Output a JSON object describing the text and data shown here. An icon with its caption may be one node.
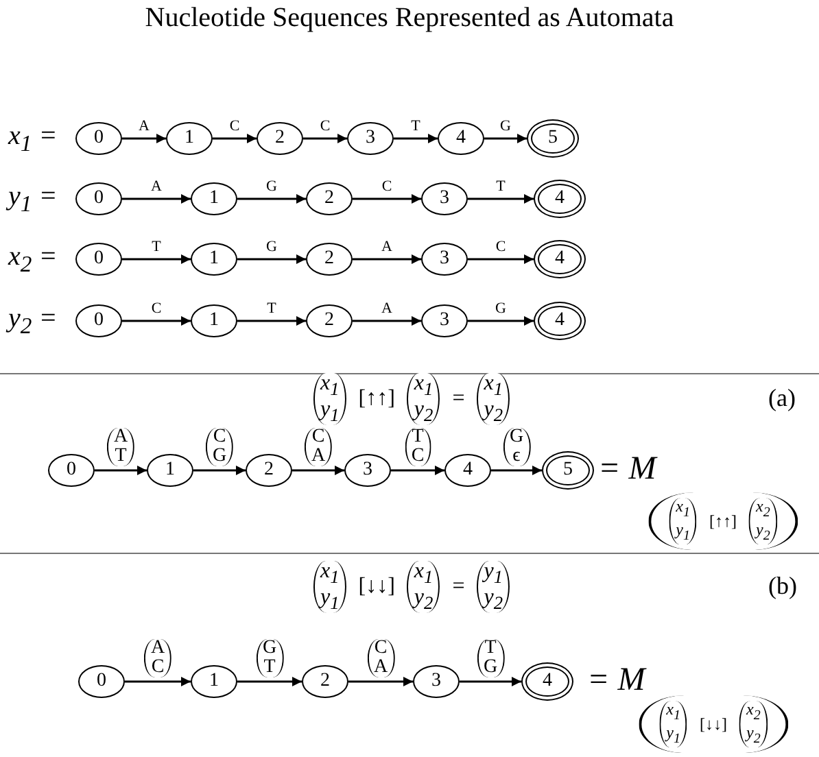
{
  "diagram": {
    "title": "Nucleotide Sequences Represented as Automata",
    "nodes": [
      {
        "text": [
          "0"
        ]
      },
      {
        "text": [
          "1"
        ]
      },
      {
        "text": [
          "2"
        ]
      },
      {
        "text": [
          "3"
        ]
      },
      {
        "text": [
          "4"
        ]
      },
      {
        "text": [
          "5"
        ]
      },
      {
        "text": [
          "0"
        ]
      },
      {
        "text": [
          "1"
        ]
      },
      {
        "text": [
          "2"
        ]
      },
      {
        "text": [
          "3"
        ]
      },
      {
        "text": [
          "4"
        ]
      },
      {
        "text": [
          "0"
        ]
      },
      {
        "text": [
          "1"
        ]
      },
      {
        "text": [
          "2"
        ]
      },
      {
        "text": [
          "3"
        ]
      },
      {
        "text": [
          "4"
        ]
      },
      {
        "text": [
          "0"
        ]
      },
      {
        "text": [
          "1"
        ]
      },
      {
        "text": [
          "2"
        ]
      },
      {
        "text": [
          "3"
        ]
      },
      {
        "text": [
          "4"
        ]
      },
      {
        "text": [
          "0"
        ]
      },
      {
        "text": [
          "1"
        ]
      },
      {
        "text": [
          "2"
        ]
      },
      {
        "text": [
          "3"
        ]
      },
      {
        "text": [
          "4"
        ]
      },
      {
        "text": [
          "5"
        ]
      },
      {
        "text": [
          "0"
        ]
      },
      {
        "text": [
          "1"
        ]
      },
      {
        "text": [
          "2"
        ]
      },
      {
        "text": [
          "3"
        ]
      },
      {
        "text": [
          "4"
        ]
      }
    ],
    "edges": [
      {
        "from": 0,
        "to": 1,
        "arrow": "to",
        "label": "A"
      },
      {
        "from": 1,
        "to": 2,
        "arrow": "to",
        "label": "C"
      },
      {
        "from": 2,
        "to": 3,
        "arrow": "to",
        "label": "C"
      },
      {
        "from": 3,
        "to": 4,
        "arrow": "to",
        "label": "T"
      },
      {
        "from": 4,
        "to": 5,
        "arrow": "to",
        "label": "G"
      },
      {
        "from": 6,
        "to": 7,
        "arrow": "to",
        "label": "A"
      },
      {
        "from": 7,
        "to": 8,
        "arrow": "to",
        "label": "G"
      },
      {
        "from": 8,
        "to": 9,
        "arrow": "to",
        "label": "C"
      },
      {
        "from": 9,
        "to": 10,
        "arrow": "to",
        "label": "T"
      },
      {
        "from": 11,
        "to": 12,
        "arrow": "to",
        "label": "T"
      },
      {
        "from": 12,
        "to": 13,
        "arrow": "to",
        "label": "G"
      },
      {
        "from": 13,
        "to": 14,
        "arrow": "to",
        "label": "A"
      },
      {
        "from": 14,
        "to": 15,
        "arrow": "to",
        "label": "C"
      },
      {
        "from": 16,
        "to": 17,
        "arrow": "to",
        "label": "C"
      },
      {
        "from": 17,
        "to": 18,
        "arrow": "to",
        "label": "T"
      },
      {
        "from": 18,
        "to": 19,
        "arrow": "to",
        "label": "A"
      },
      {
        "from": 19,
        "to": 20,
        "arrow": "to",
        "label": "G"
      },
      {
        "from": 21,
        "to": 22,
        "arrow": "to",
        "label": "A T"
      },
      {
        "from": 22,
        "to": 23,
        "arrow": "to",
        "label": "C G"
      },
      {
        "from": 23,
        "to": 24,
        "arrow": "to",
        "label": "C A"
      },
      {
        "from": 24,
        "to": 25,
        "arrow": "to",
        "label": "T C"
      },
      {
        "from": 25,
        "to": 26,
        "arrow": "to",
        "label": "G ϵ"
      },
      {
        "from": 27,
        "to": 28,
        "arrow": "to",
        "label": "A C"
      },
      {
        "from": 28,
        "to": 29,
        "arrow": "to",
        "label": "G T"
      },
      {
        "from": 29,
        "to": 30,
        "arrow": "to",
        "label": "C A"
      },
      {
        "from": 30,
        "to": 31,
        "arrow": "to",
        "label": "T G"
      }
    ],
    "labels": [
      "x$_{1}$ =",
      "y$_{1}$ =",
      "x$_{2}$ =",
      "y$_{2}$ =",
      "x$_{1}$",
      "y$_{1}$",
      "[↑↑]",
      "x$_{1}$",
      "y$_{2}$",
      "=",
      "x$_{1}$",
      "y$_{2}$",
      "(a)",
      "= M",
      "x$_{1}$",
      "y$_{1}$",
      "[↑↑]",
      "x$_{2}$",
      "y$_{2}$",
      "x$_{1}$",
      "y$_{1}$",
      "[↓↓]",
      "x$_{1}$",
      "y$_{2}$",
      "=",
      "y$_{1}$",
      "y$_{2}$",
      "(b)",
      "= M",
      "x$_{1}$",
      "y$_{1}$",
      "[↓↓]",
      "x$_{2}$",
      "y$_{2}$"
    ]
  }
}
